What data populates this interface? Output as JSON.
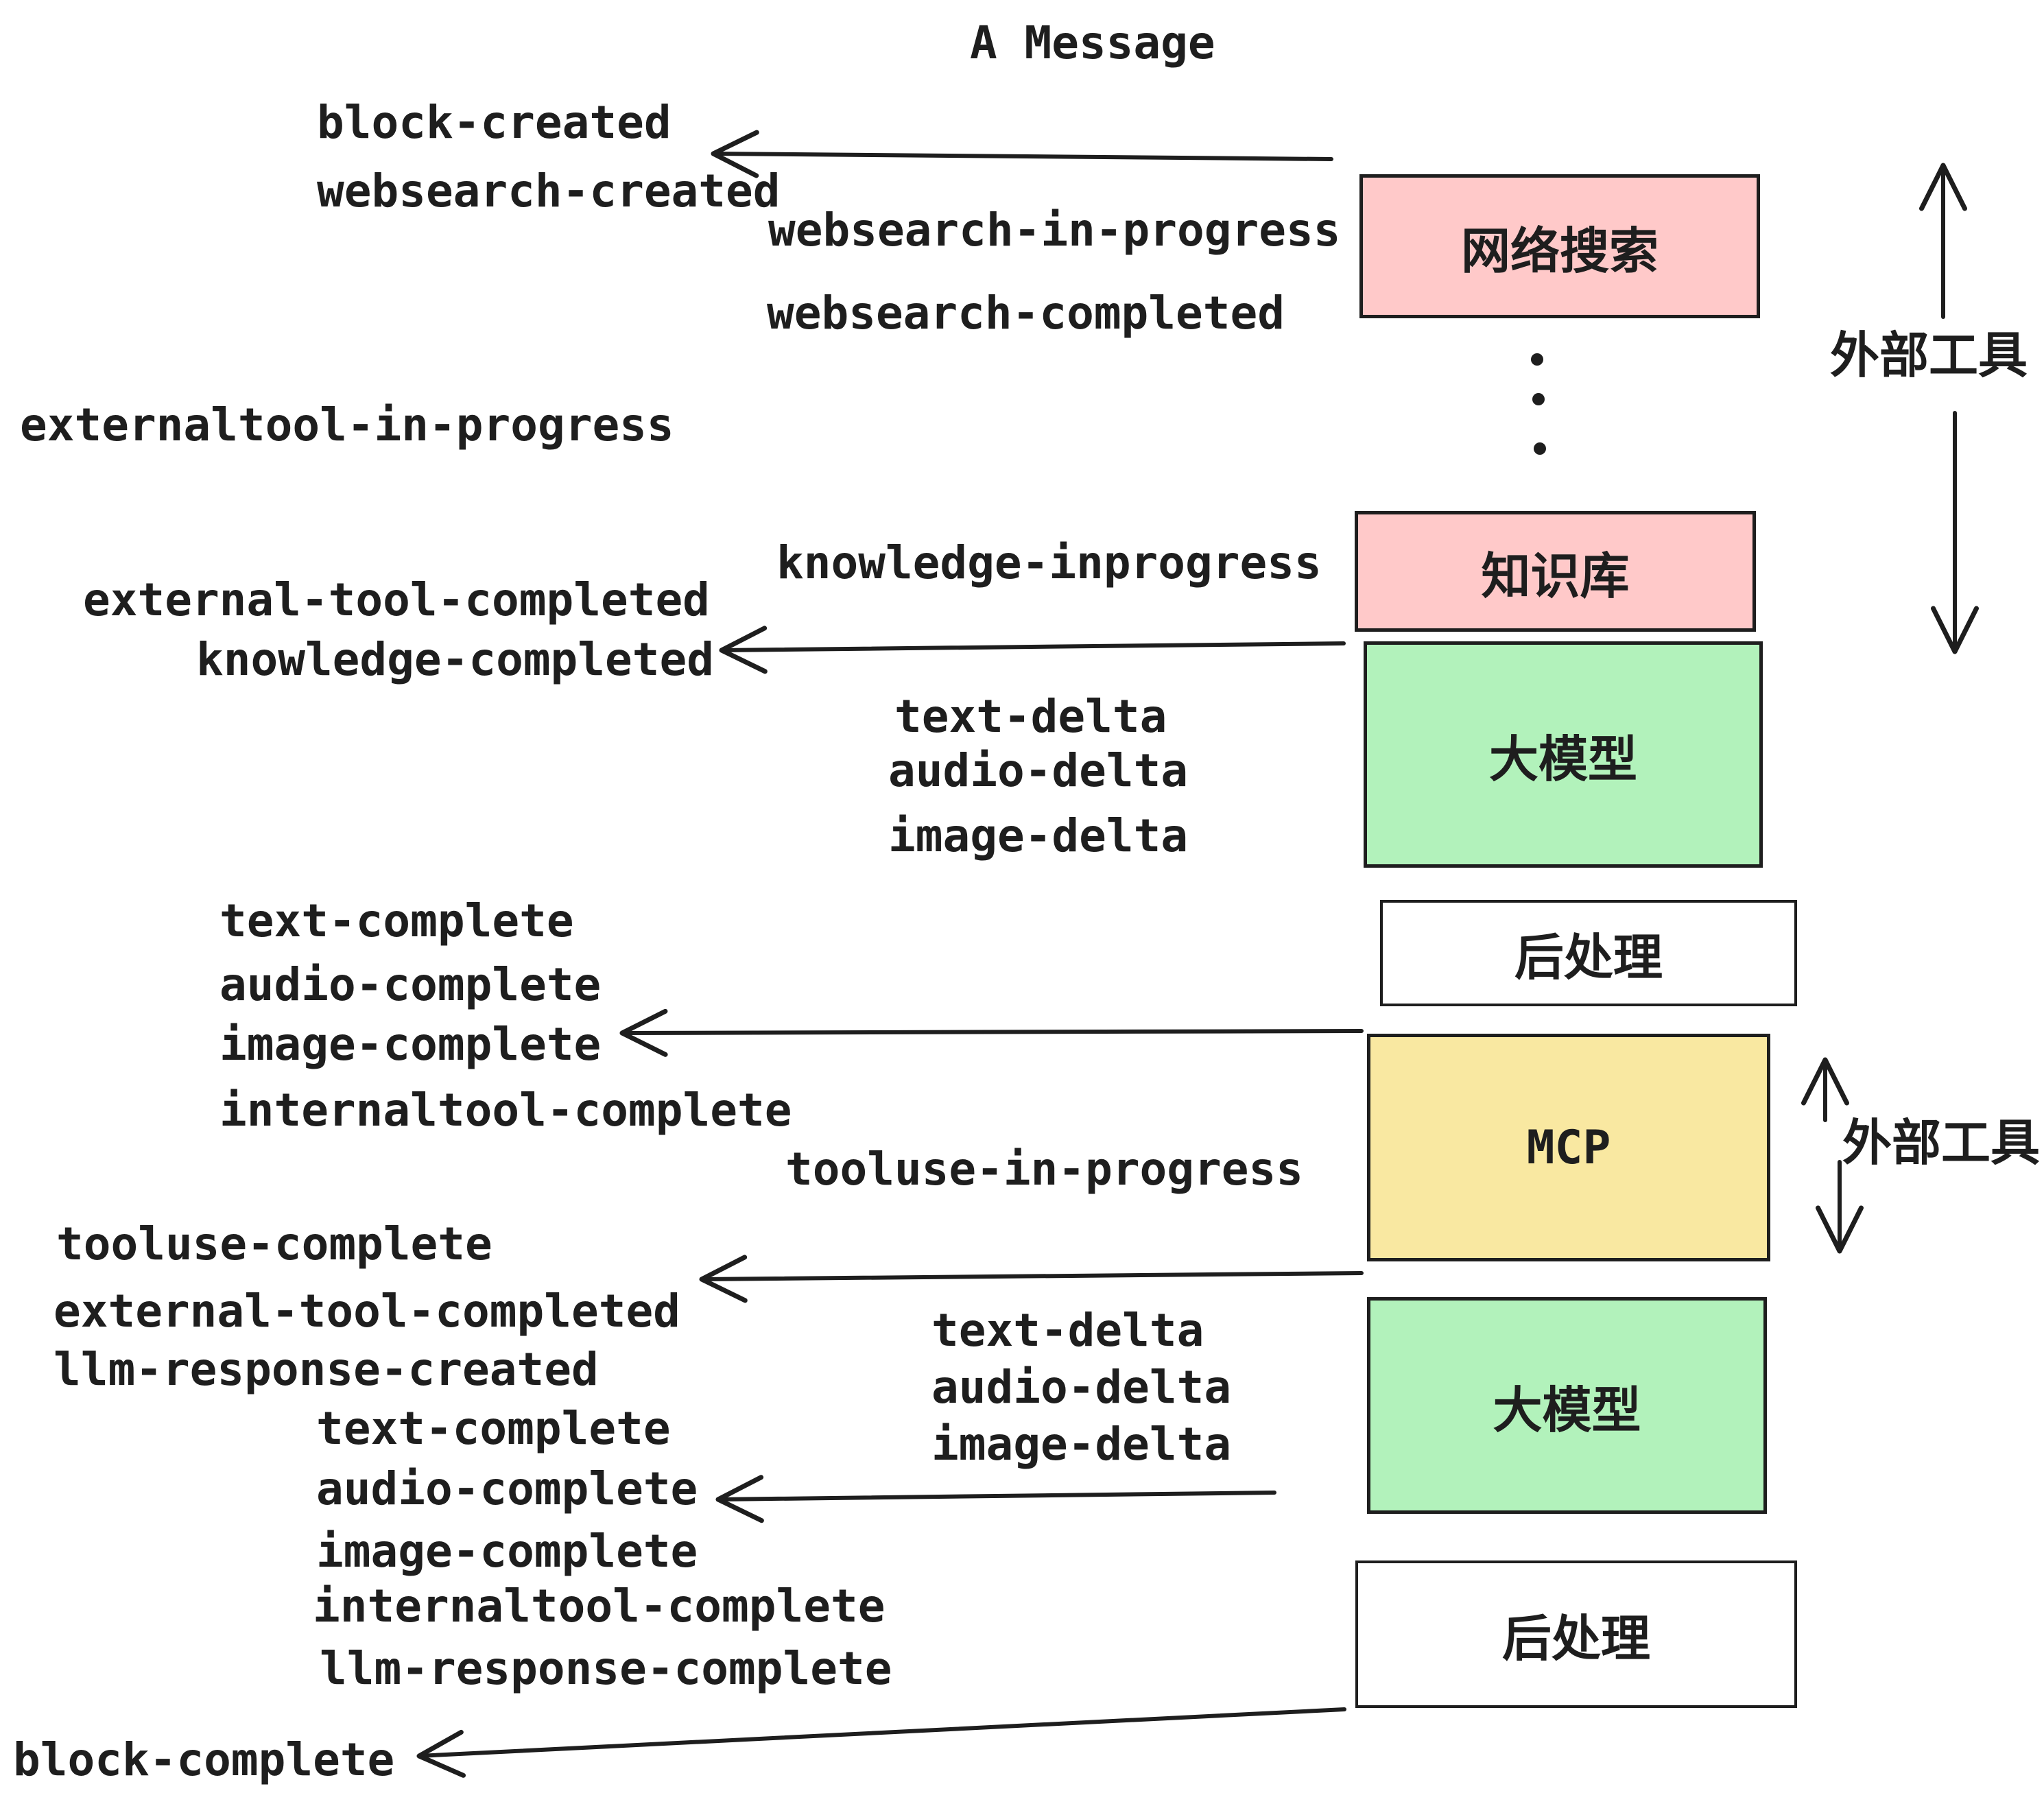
{
  "title": "A Message",
  "colors": {
    "stroke": "#1e1e1e",
    "box_pink": "#ffc9c9",
    "box_green": "#b2f2bb",
    "box_yellow": "#f9e8a1",
    "box_white": "#ffffff",
    "background": "#ffffff"
  },
  "boxes": {
    "websearch": {
      "label": "网络搜索",
      "color": "#ffc9c9"
    },
    "knowledge": {
      "label": "知识库",
      "color": "#ffc9c9"
    },
    "llm1": {
      "label": "大模型",
      "color": "#b2f2bb"
    },
    "post1": {
      "label": "后处理",
      "color": "#ffffff"
    },
    "mcp": {
      "label": "MCP",
      "color": "#f9e8a1"
    },
    "llm2": {
      "label": "大模型",
      "color": "#b2f2bb"
    },
    "post2": {
      "label": "后处理",
      "color": "#ffffff"
    }
  },
  "side_labels": {
    "external_tools_top": "外部工具",
    "external_tools_mid": "外部工具"
  },
  "events": {
    "block_created": "block-created",
    "websearch_created": "websearch-created",
    "websearch_in_progress": "websearch-in-progress",
    "websearch_completed": "websearch-completed",
    "externaltool_in_progress": "externaltool-in-progress",
    "knowledge_inprogress": "knowledge-inprogress",
    "external_tool_completed_1": "external-tool-completed",
    "knowledge_completed": "knowledge-completed",
    "text_delta_1": "text-delta",
    "audio_delta_1": "audio-delta",
    "image_delta_1": "image-delta",
    "text_complete_1": "text-complete",
    "audio_complete_1": "audio-complete",
    "image_complete_1": "image-complete",
    "internaltool_complete_1": "internaltool-complete",
    "tooluse_in_progress": "tooluse-in-progress",
    "tooluse_complete": "tooluse-complete",
    "external_tool_completed_2": "external-tool-completed",
    "llm_response_created": "llm-response-created",
    "text_delta_2": "text-delta",
    "audio_delta_2": "audio-delta",
    "image_delta_2": "image-delta",
    "text_complete_2": "text-complete",
    "audio_complete_2": "audio-complete",
    "image_complete_2": "image-complete",
    "internaltool_complete_2": "internaltool-complete",
    "llm_response_complete": "llm-response-complete",
    "block_complete": "block-complete"
  }
}
